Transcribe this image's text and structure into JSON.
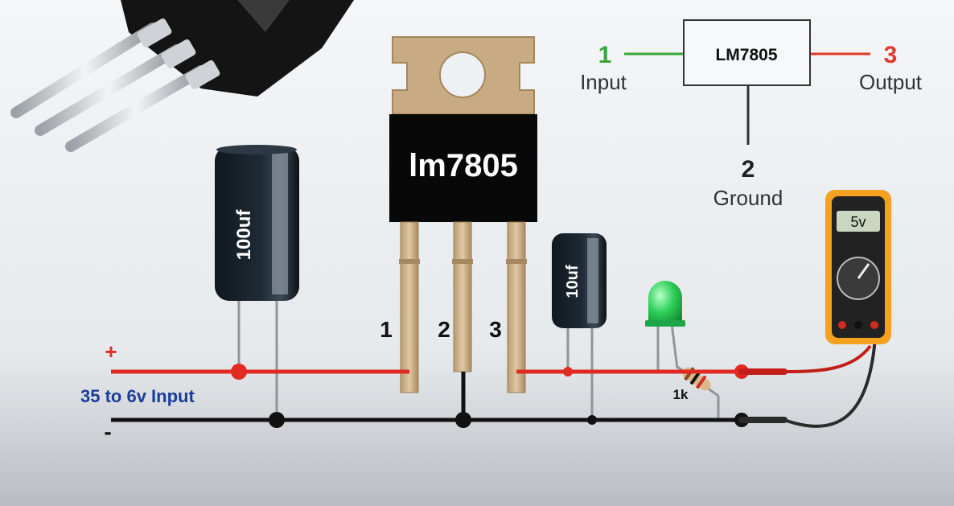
{
  "regulator": {
    "label": "lm7805",
    "pin_labels": [
      "1",
      "2",
      "3"
    ]
  },
  "block_diagram": {
    "chip_name": "LM7805",
    "pin1_number": "1",
    "pin1_name": "Input",
    "pin2_number": "2",
    "pin2_name": "Ground",
    "pin3_number": "3",
    "pin3_name": "Output"
  },
  "components": {
    "input_capacitor": "100uf",
    "output_capacitor": "10uf",
    "resistor": "1k",
    "multimeter_reading": "5v"
  },
  "rails": {
    "positive_symbol": "+",
    "negative_symbol": "-",
    "input_label": "35 to 6v Input"
  },
  "colors": {
    "positive_wire": "#e02a22",
    "ground_wire": "#111111",
    "input_wire": "#3aa63a",
    "output_wire": "#e03a2a",
    "input_label": "#1b3d9a",
    "pin1_number": "#3aa63a",
    "pin3_number": "#e03a2a",
    "heatsink_tab": "#c9ab83",
    "regulator_body": "#080808",
    "led": "#22c24a",
    "multimeter_case": "#f3a11f"
  }
}
